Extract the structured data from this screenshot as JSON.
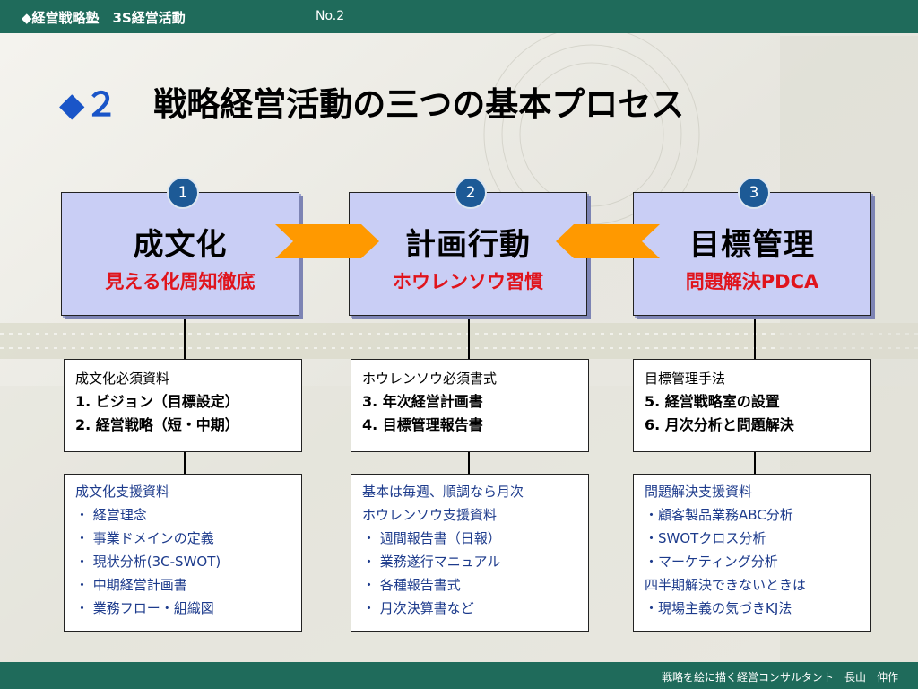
{
  "header": {
    "title": "◆経営戦略塾　3S経営活動",
    "page_no": "No.2"
  },
  "title": {
    "mark": "◆２",
    "text": "戦略経営活動の三つの基本プロセス"
  },
  "columns": [
    {
      "number": "1",
      "main": "成文化",
      "sub": "見える化周知徹底",
      "mid": {
        "heading": "成文化必須資料",
        "items": [
          "1. ビジョン（目標設定）",
          "2. 経営戦略（短・中期）"
        ]
      },
      "bottom": [
        "成文化支援資料",
        "・ 経営理念",
        "・ 事業ドメインの定義",
        "・ 現状分析(3C-SWOT)",
        "・ 中期経営計画書",
        "・ 業務フロー・組織図"
      ]
    },
    {
      "number": "2",
      "main": "計画行動",
      "sub": "ホウレンソウ習慣",
      "mid": {
        "heading": "ホウレンソウ必須書式",
        "items": [
          "3. 年次経営計画書",
          "4. 目標管理報告書"
        ]
      },
      "bottom": [
        "基本は毎週、順調なら月次",
        "ホウレンソウ支援資料",
        "・ 週間報告書（日報）",
        "・ 業務遂行マニュアル",
        "・ 各種報告書式",
        "・ 月次決算書など"
      ]
    },
    {
      "number": "3",
      "main": "目標管理",
      "sub": "問題解決PDCA",
      "mid": {
        "heading": "目標管理手法",
        "items": [
          "5. 経営戦略室の設置",
          "6. 月次分析と問題解決"
        ]
      },
      "bottom": [
        "問題解決支援資料",
        "・顧客製品業務ABC分析",
        "・SWOTクロス分析",
        "・マーケティング分析",
        "四半期解決できないときは",
        "・現場主義の気づきKJ法"
      ]
    }
  ],
  "footer": {
    "text": "戦略を絵に描く経営コンサルタント　長山　伸作"
  },
  "colors": {
    "header_bg": "#1f6b5b",
    "box_fill": "#c9cef5",
    "accent_red": "#e0141c",
    "title_mark": "#1a55c8",
    "badge": "#1d5a96",
    "arrow": "#ff9900",
    "support_text": "#1d3b8c"
  }
}
